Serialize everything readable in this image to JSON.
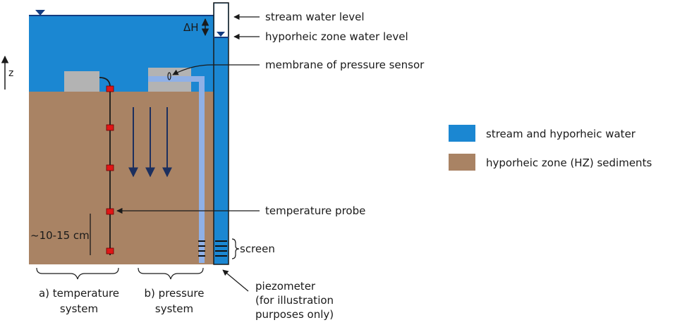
{
  "colors": {
    "water": "#1b87d2",
    "water_dark": "#143c80",
    "sediment": "#a98364",
    "pipe": "#8fb0e6",
    "gray_block": "#b3b3b3",
    "sensor_red": "#e01616",
    "arrow_blue": "#1c2f5e"
  },
  "axis": {
    "z_label": "z"
  },
  "annotations": {
    "stream_water_level": "stream water level",
    "hyporheic_zone_water_level": "hyporheic zone water level",
    "delta_h": "ΔH",
    "membrane": "membrane of pressure sensor",
    "temperature_probe": "temperature probe",
    "spacing": "~10-15 cm",
    "screen": "screen",
    "piezometer": [
      "piezometer",
      "(for illustration",
      "purposes only)"
    ]
  },
  "systems": {
    "temperature": [
      "a) temperature",
      "system"
    ],
    "pressure": [
      "b) pressure",
      "system"
    ]
  },
  "legend": [
    {
      "label": "stream and hyporheic water",
      "color_key": "water"
    },
    {
      "label": "hyporheic zone (HZ) sediments",
      "color_key": "sediment"
    }
  ]
}
